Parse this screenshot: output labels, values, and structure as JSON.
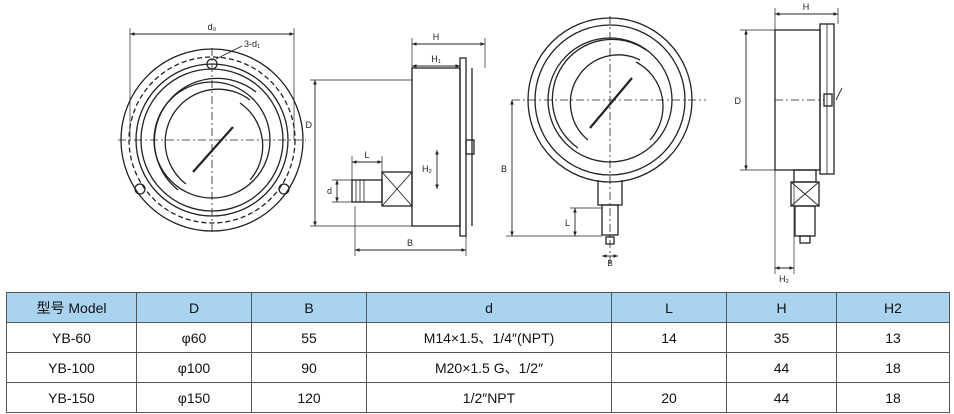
{
  "dimension_labels": {
    "d0": "d₀",
    "three_d1": "3-d₁",
    "H": "H",
    "H1": "H₁",
    "D": "D",
    "L": "L",
    "H2": "H₂",
    "d": "d",
    "B": "B"
  },
  "table": {
    "headers": [
      "型号 Model",
      "D",
      "B",
      "d",
      "L",
      "H",
      "H2"
    ],
    "rows": [
      [
        "YB-60",
        "φ60",
        "55",
        "M14×1.5、1/4″(NPT)",
        "14",
        "35",
        "13"
      ],
      [
        "YB-100",
        "φ100",
        "90",
        "M20×1.5 G、1/2″",
        "",
        "44",
        "18"
      ],
      [
        "YB-150",
        "φ150",
        "120",
        "1/2″NPT",
        "20",
        "44",
        "18"
      ]
    ]
  }
}
